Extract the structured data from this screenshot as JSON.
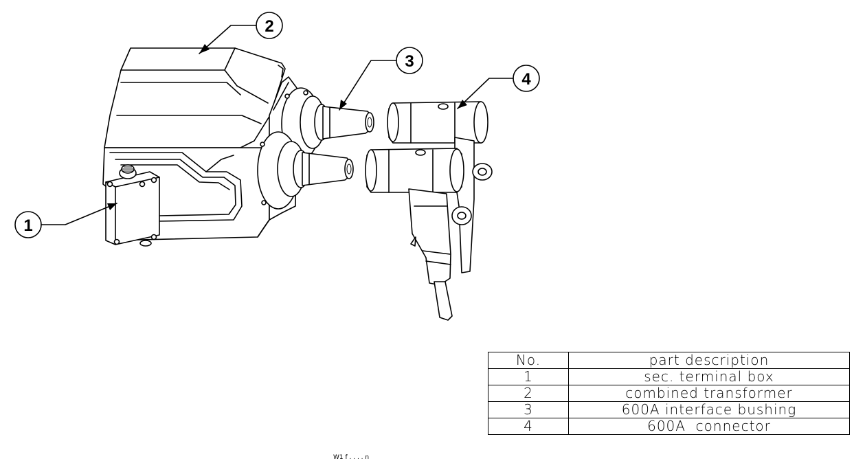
{
  "callouts": [
    {
      "label": "1"
    },
    {
      "label": "2"
    },
    {
      "label": "3"
    },
    {
      "label": "4"
    }
  ],
  "parts_table": {
    "header": {
      "no": "No.",
      "description": "part description"
    },
    "rows": [
      {
        "no": "1",
        "description": "sec. terminal box"
      },
      {
        "no": "2",
        "description": "combined transformer"
      },
      {
        "no": "3",
        "description": "600A interface bushing"
      },
      {
        "no": "4",
        "description": "600A  connector"
      }
    ]
  },
  "bottom_note": "W1 f . . . . n"
}
